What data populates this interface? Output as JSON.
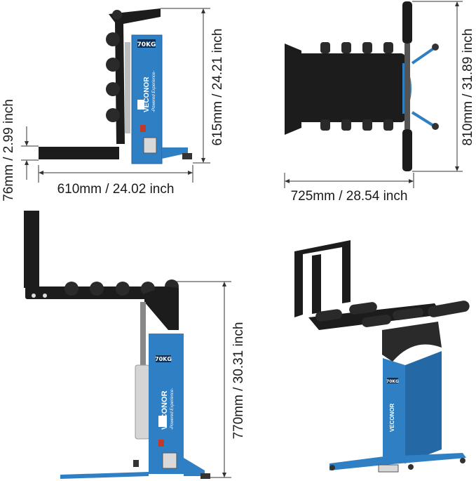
{
  "views": {
    "side": {
      "height_label": "615mm / 24.21 inch",
      "width_label": "610mm / 24.02 inch",
      "base_label": "76mm / 2.99 inch"
    },
    "top": {
      "height_label": "810mm / 31.89 inch",
      "width_label": "725mm / 28.54 inch"
    },
    "front": {
      "height_label": "770mm / 30.31 inch"
    }
  },
  "product": {
    "capacity_badge": "70KG",
    "brand": "VECONOR",
    "tagline": "-Powered Experience-"
  },
  "colors": {
    "body_blue": "#2f7fc4",
    "frame_black": "#1c1c1c",
    "roller_black": "#2a2a2a"
  }
}
